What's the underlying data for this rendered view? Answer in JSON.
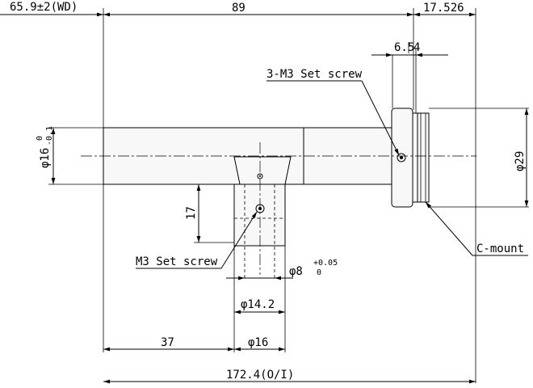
{
  "dims": {
    "wd": "65.9±2(WD)",
    "len89": "89",
    "len17526": "17.526",
    "len654": "6.5",
    "len4": "4",
    "dia16_shaft": "φ16",
    "dia16_tol_top": "0",
    "dia16_tol_bot": "-0.1",
    "dia29": "φ29",
    "h17": "17",
    "dia8": "φ8",
    "dia8_tol_top": "+0.05",
    "dia8_tol_bot": "0",
    "dia142": "φ14.2",
    "dia16_bottom": "φ16",
    "len37": "37",
    "oi": "172.4(O/I)"
  },
  "labels": {
    "set_screw_3": "3-M3 Set screw",
    "set_screw": "M3 Set screw",
    "cmount": "C-mount"
  }
}
